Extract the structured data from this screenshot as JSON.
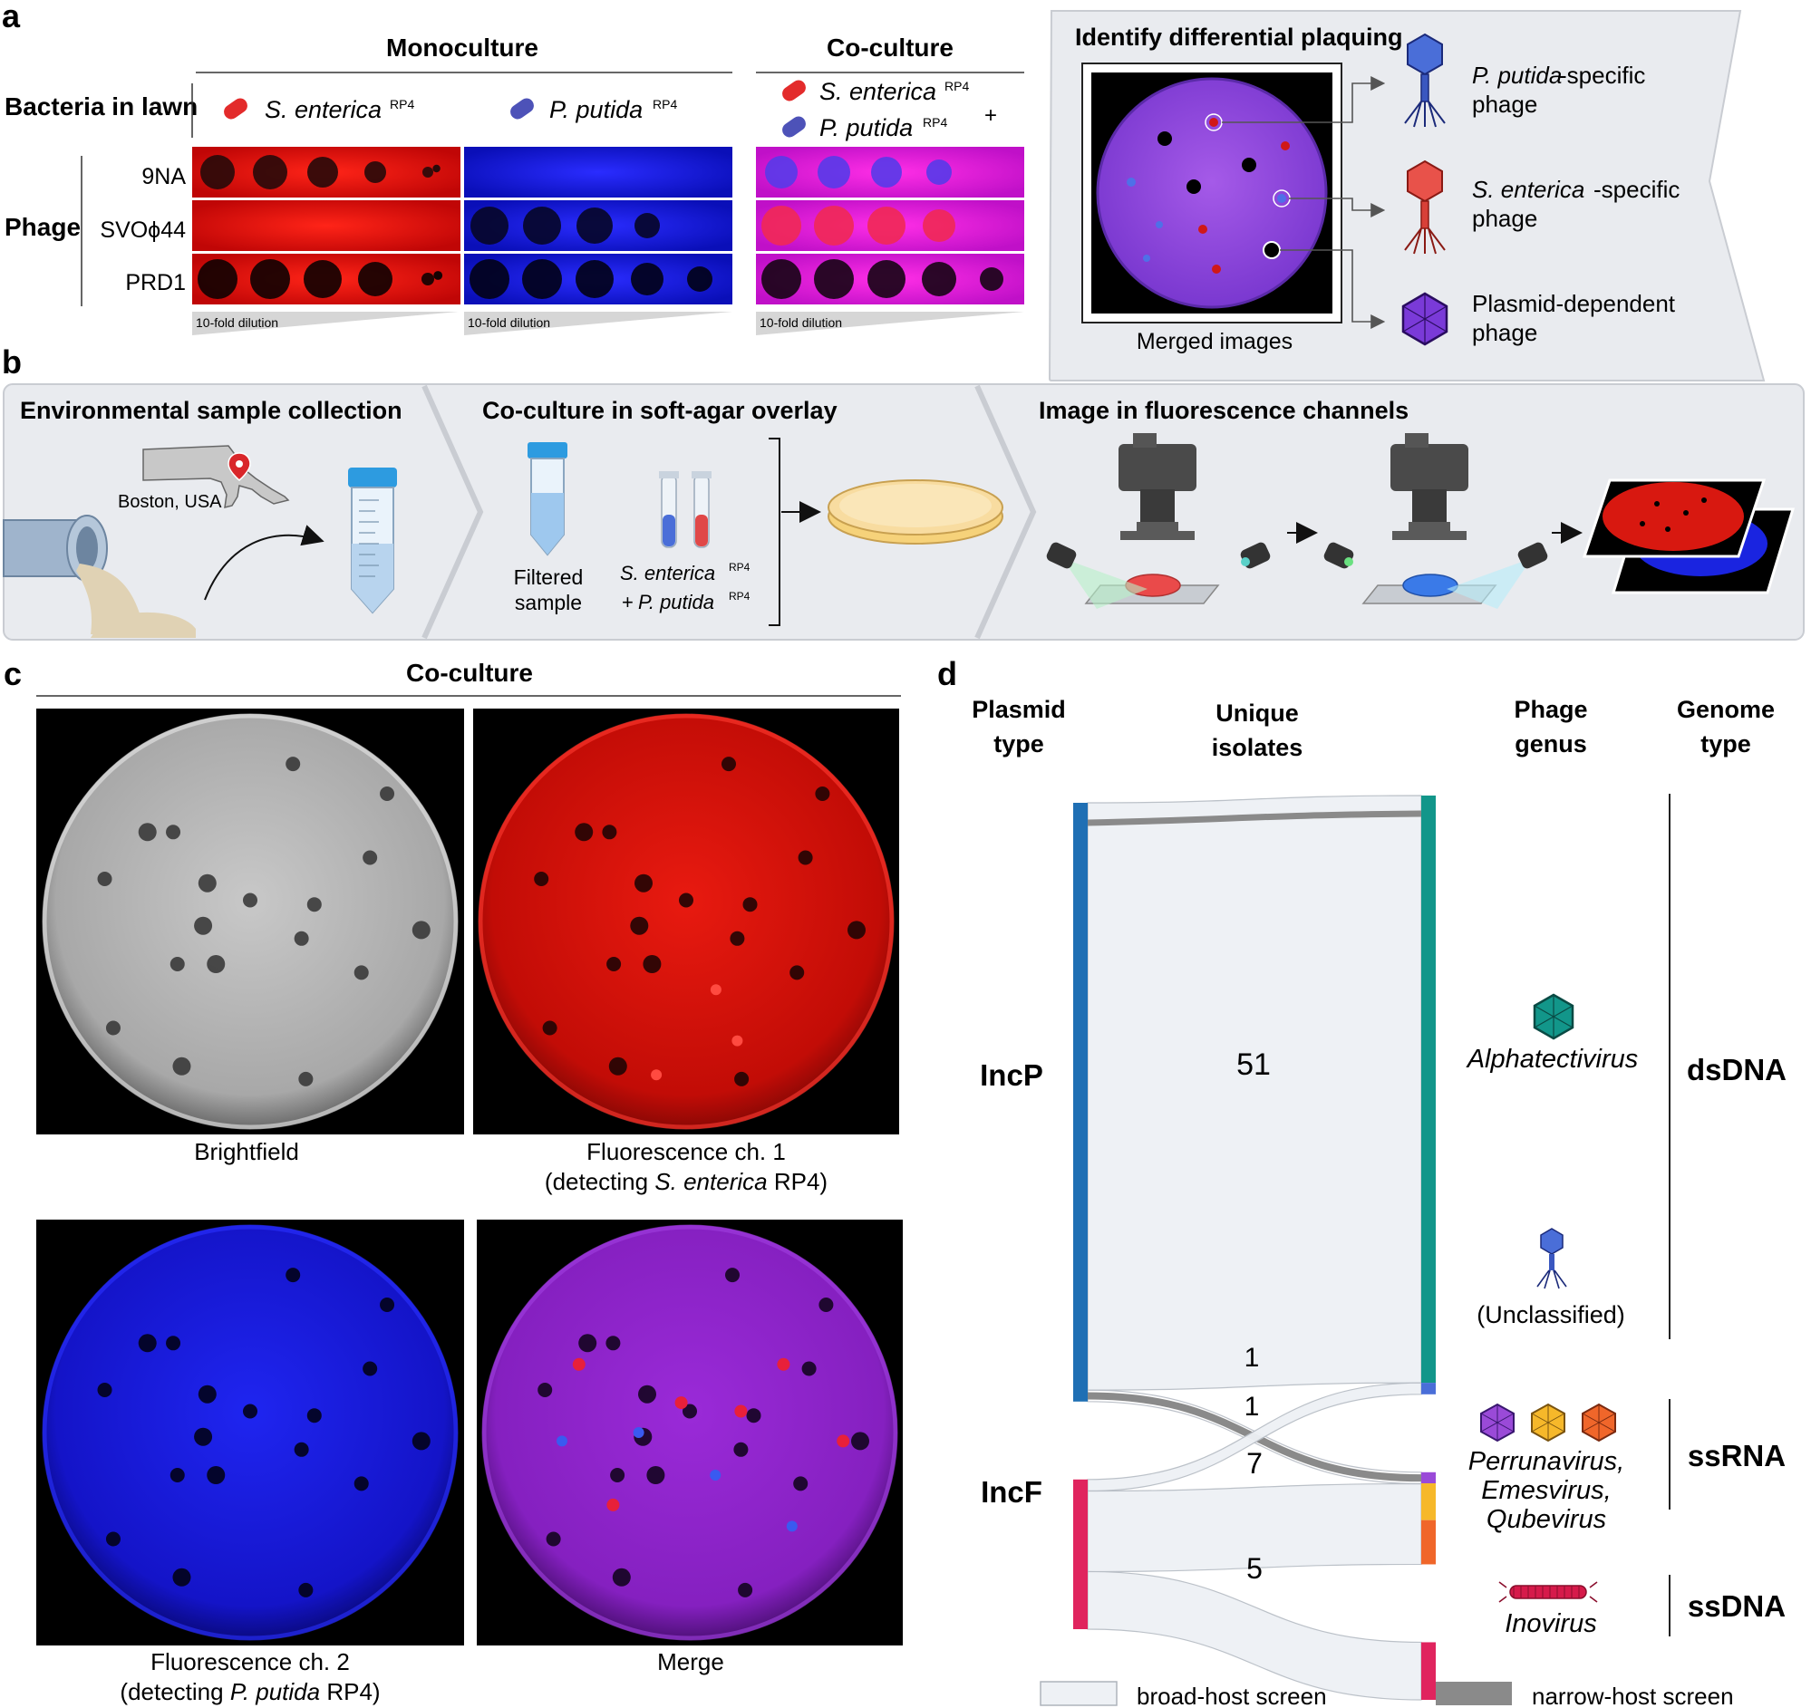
{
  "panels": {
    "a": "a",
    "b": "b",
    "c": "c",
    "d": "d"
  },
  "panel_a": {
    "header_monoculture": "Monoculture",
    "header_coculture": "Co-culture",
    "row_bacteria_label": "Bacteria in lawn",
    "bact_1_name": "S. enterica",
    "bact_2_name": "P. putida",
    "superscript": "RP4",
    "plus": "+",
    "phage_label": "Phage",
    "phage_rows": [
      "9NA",
      "SVOϕ44",
      "PRD1"
    ],
    "dilution_label": "10-fold dilution",
    "identify_title": "Identify differential plaquing",
    "merged_images_label": "Merged images",
    "legend_1_species": "P. putida",
    "legend_1_rest": "-specific",
    "legend_1_line2": "phage",
    "legend_2_species": "S. enterica",
    "legend_2_rest": "-specific",
    "legend_2_line2": "phage",
    "legend_3_line1": "Plasmid-dependent",
    "legend_3_line2": "phage"
  },
  "panel_b": {
    "step_1": "Environmental sample collection",
    "step_2": "Co-culture in soft-agar overlay",
    "step_3": "Image in fluorescence channels",
    "location": "Boston, USA",
    "filtered_1": "Filtered",
    "filtered_2": "sample",
    "mix_1": "S. enterica",
    "mix_2_prefix": "+ ",
    "mix_2": "P. putida",
    "superscript": "RP4"
  },
  "panel_c": {
    "header": "Co-culture",
    "label_brightfield": "Brightfield",
    "label_fl1_line1": "Fluorescence ch. 1",
    "label_fl1_line2_pre": "(detecting ",
    "label_fl1_species": "S. enterica",
    "label_fl1_post": " RP4)",
    "label_fl2_line1": "Fluorescence ch. 2",
    "label_fl2_line2_pre": "(detecting ",
    "label_fl2_species": "P. putida",
    "label_fl2_post": " RP4)",
    "label_merge": "Merge"
  },
  "panel_d": {
    "col_1_line1": "Plasmid",
    "col_1_line2": "type",
    "col_2_line1": "Unique",
    "col_2_line2": "isolates",
    "col_3_line1": "Phage",
    "col_3_line2": "genus",
    "col_4_line1": "Genome",
    "col_4_line2": "type",
    "plasmid_1": "IncP",
    "plasmid_2": "IncF",
    "flow_values": [
      "51",
      "1",
      "1",
      "7",
      "5"
    ],
    "genus_1": "Alphatectivirus",
    "genus_2": "(Unclassified)",
    "genus_3_line1": "Perrunavirus,",
    "genus_3_line2": "Emesvirus,",
    "genus_3_line3": "Qubevirus",
    "genus_4": "Inovirus",
    "genome_1": "dsDNA",
    "genome_2": "ssRNA",
    "genome_3": "ssDNA",
    "legend_broad": "broad-host screen",
    "legend_narrow": "narrow-host screen",
    "colors": {
      "incp": "#1f6fb4",
      "incf": "#e0245e",
      "alpha": "#12968a",
      "narrow": "#8a8a8a",
      "broad": "#eef1f5"
    }
  },
  "chart_data": {
    "type": "sankey",
    "nodes": [
      "IncP",
      "IncF",
      "Alphatectivirus",
      "(Unclassified)",
      "Perrunavirus, Emesvirus, Qubevirus",
      "Inovirus"
    ],
    "links": [
      {
        "source": "IncP",
        "target": "Alphatectivirus",
        "value": 51,
        "screen": "broad-host screen"
      },
      {
        "source": "IncP",
        "target": "Perrunavirus, Emesvirus, Qubevirus",
        "value": 1,
        "screen": "narrow-host screen"
      },
      {
        "source": "IncF",
        "target": "(Unclassified)",
        "value": 1,
        "screen": "broad-host screen"
      },
      {
        "source": "IncF",
        "target": "Perrunavirus, Emesvirus, Qubevirus",
        "value": 7,
        "screen": "broad-host screen"
      },
      {
        "source": "IncF",
        "target": "Inovirus",
        "value": 5,
        "screen": "broad-host screen"
      }
    ]
  }
}
